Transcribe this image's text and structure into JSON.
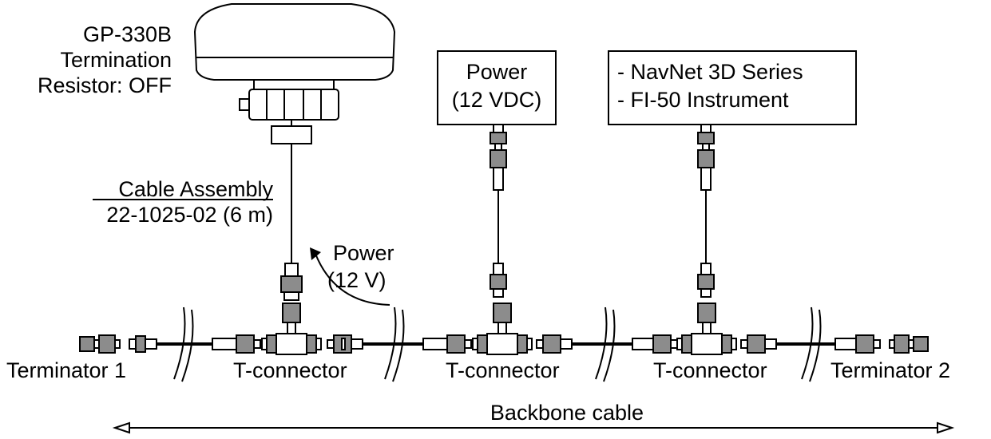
{
  "diagram": {
    "gps_antenna": {
      "label_lines": [
        "GP-330B",
        "Termination",
        "Resistor: OFF"
      ]
    },
    "cable_assembly": {
      "title": "Cable Assembly",
      "part": "22-1025-02 (6 m)"
    },
    "power_flow": {
      "lines": [
        "Power",
        "(12 V)"
      ]
    },
    "power_box": {
      "lines": [
        "Power",
        "(12 VDC)"
      ]
    },
    "device_box": {
      "lines": [
        "- NavNet 3D Series",
        "- FI-50 Instrument"
      ]
    },
    "bottom_labels": {
      "terminator_1": "Terminator 1",
      "t_connector_1": "T-connector",
      "t_connector_2": "T-connector",
      "t_connector_3": "T-connector",
      "terminator_2": "Terminator 2"
    },
    "backbone": {
      "label": "Backbone cable"
    }
  }
}
